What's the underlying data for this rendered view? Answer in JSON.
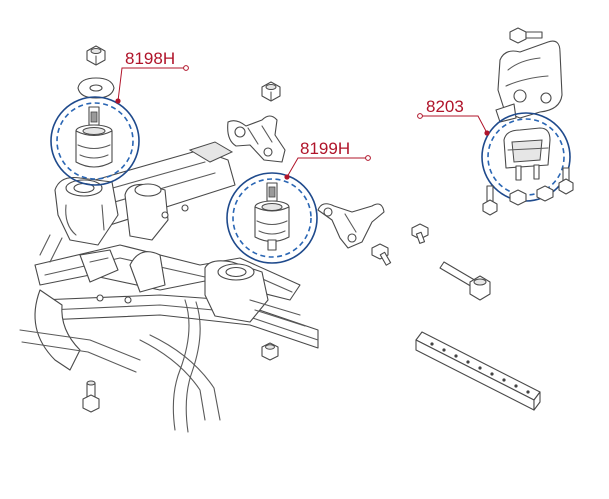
{
  "callouts": [
    {
      "id": "8198H",
      "label": "8198H"
    },
    {
      "id": "8199H",
      "label": "8199H"
    },
    {
      "id": "8203",
      "label": "8203"
    }
  ],
  "colors": {
    "callout_text": "#b0142a",
    "detail_circle": "#1f4a8c",
    "detail_dash": "#2a66b4",
    "line_art": "#4a4a4a"
  }
}
